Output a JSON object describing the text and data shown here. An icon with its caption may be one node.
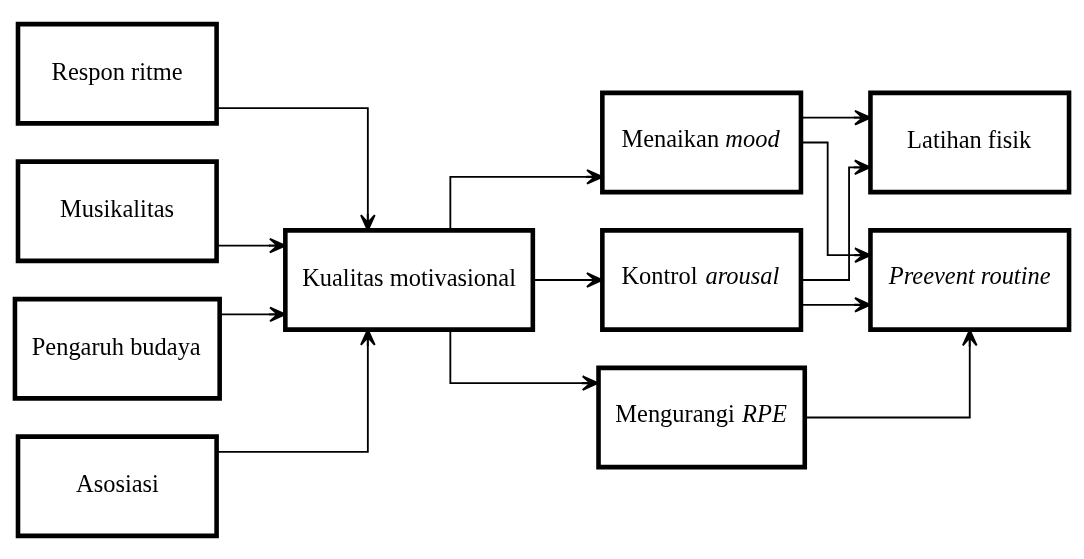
{
  "diagram": {
    "nodes": [
      {
        "text": [
          "Respon ritme"
        ]
      },
      {
        "text": [
          "Musikalitas"
        ]
      },
      {
        "text": [
          "Pengaruh budaya"
        ]
      },
      {
        "text": [
          "Asosiasi"
        ]
      },
      {
        "text": [
          "Kualitas motivasional"
        ]
      },
      {
        "text": [
          "Kontrol *arousal*"
        ]
      },
      {
        "text": [
          "Latihan fisik"
        ]
      },
      {
        "text": [
          "Mengurangi *RPE*"
        ]
      },
      {
        "text": [
          "Preevent routine"
        ]
      },
      {
        "text": [
          "Menaikan *mood*"
        ]
      }
    ],
    "edges": [
      {
        "from": 0,
        "to": 4,
        "arrow": "to"
      },
      {
        "from": 1,
        "to": 4,
        "arrow": "to"
      },
      {
        "from": 2,
        "to": 4,
        "arrow": "to"
      },
      {
        "from": 3,
        "to": 4,
        "arrow": "to"
      },
      {
        "from": 4,
        "to": 5,
        "arrow": "to"
      },
      {
        "from": 4,
        "to": 7,
        "arrow": "to"
      },
      {
        "from": 4,
        "to": 9,
        "arrow": "to"
      },
      {
        "from": 5,
        "to": 6,
        "arrow": "to"
      },
      {
        "from": 5,
        "to": 8,
        "arrow": "to"
      },
      {
        "from": 7,
        "to": 8,
        "arrow": "to"
      },
      {
        "from": 9,
        "to": 8,
        "arrow": "to"
      },
      {
        "from": 9,
        "to": 6,
        "arrow": "to"
      }
    ]
  }
}
